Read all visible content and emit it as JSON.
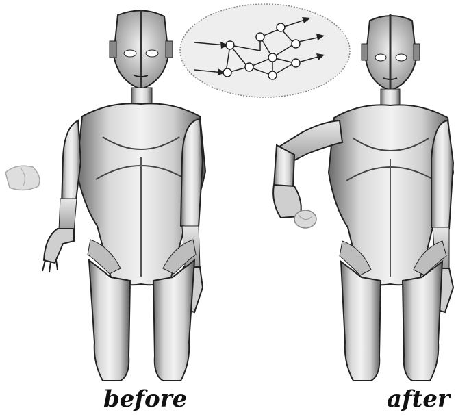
{
  "figure": {
    "captions": {
      "before": "before",
      "after": "after"
    },
    "colors": {
      "ink": "#111111",
      "metal_light": "#e6e6e6",
      "metal_mid": "#b8b8b8",
      "metal_dark": "#555555",
      "bubble_fill": "#eeeeee",
      "bubble_stroke": "#888888",
      "object_fill": "#d9d9d9"
    },
    "left_robot": {
      "state": "arm down, object out of reach"
    },
    "right_robot": {
      "state": "arm raised, object grasped"
    },
    "network_bubble": {
      "inputs": 2,
      "hidden_nodes": 9,
      "outputs": 3
    }
  }
}
